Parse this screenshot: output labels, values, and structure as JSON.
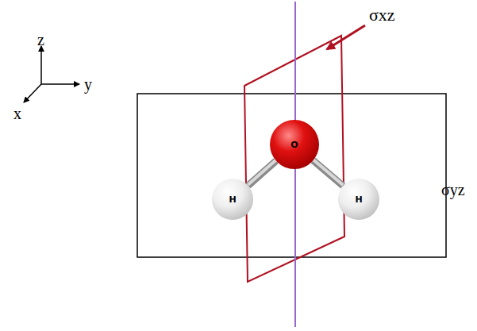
{
  "diagram": {
    "nodes": [
      {
        "text": [
          "O"
        ]
      },
      {
        "text": [
          "H"
        ]
      },
      {
        "text": [
          "H"
        ]
      }
    ],
    "edges": [
      {
        "from": 0,
        "to": 1,
        "arrow": "none"
      },
      {
        "from": 0,
        "to": 2,
        "arrow": "none"
      }
    ],
    "labels": [
      "z",
      "y",
      "x",
      "σxz",
      "σyz"
    ]
  }
}
